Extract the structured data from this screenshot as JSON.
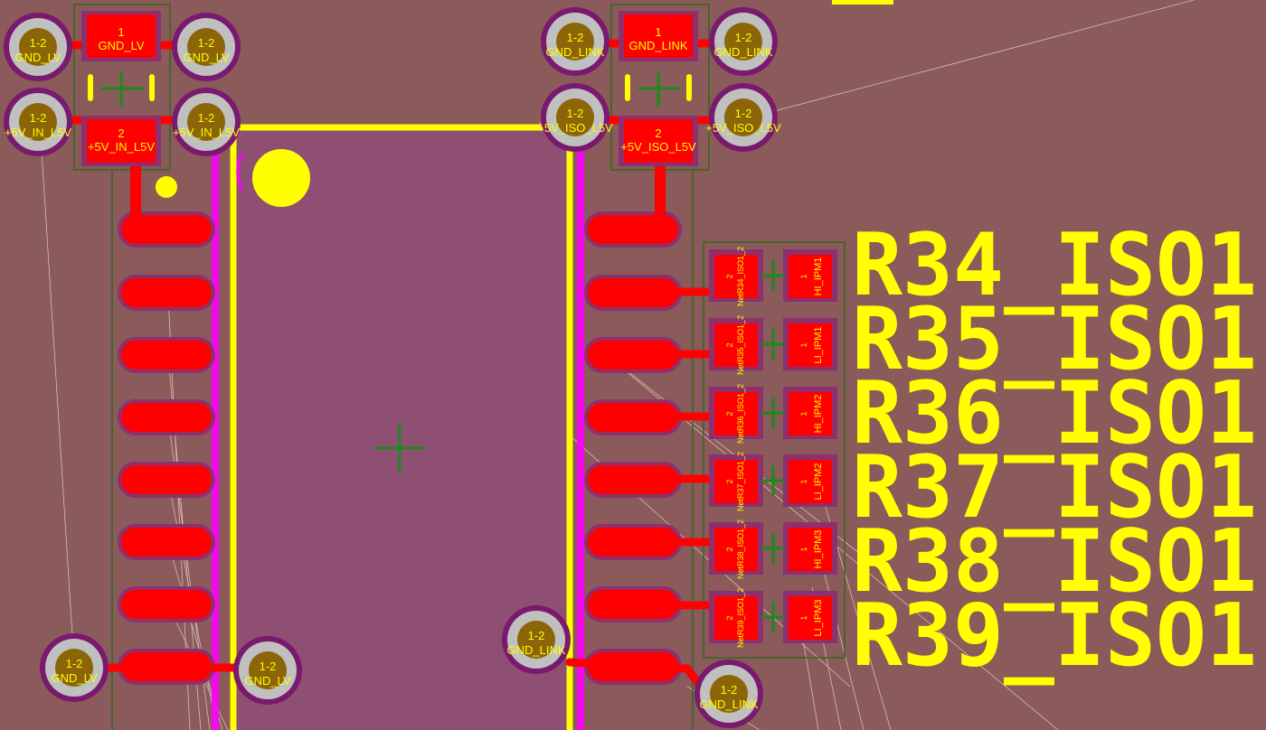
{
  "colors": {
    "board": "#8b5a5a",
    "copper": "#ff0000",
    "silk": "#ffff00",
    "keepout": "#ff00ff",
    "via_ring": "#c0c0c0",
    "via_hole": "#8b6508",
    "outline": "#2e6b1c"
  },
  "labels": {
    "r34": "R34_ISO1",
    "r35": "R35_ISO1",
    "r36": "R36_ISO1",
    "r37": "R37_ISO1",
    "r38": "R38_ISO1",
    "r39": "R39_ISO1"
  },
  "caps": {
    "left": {
      "pad1_num": "1",
      "pad1_net": "GND_LV",
      "pad2_num": "2",
      "pad2_net": "+5V_IN_L5V"
    },
    "right": {
      "pad1_num": "1",
      "pad1_net": "GND_LINK",
      "pad2_num": "2",
      "pad2_net": "+5V_ISO_L5V"
    }
  },
  "vias": {
    "v1": {
      "num": "1-2",
      "net": "GND_LV"
    },
    "v2": {
      "num": "1-2",
      "net": "GND_LV"
    },
    "v3": {
      "num": "1-2",
      "net": "+5V_IN_L5V"
    },
    "v4": {
      "num": "1-2",
      "net": "+5V_IN_L5V"
    },
    "v5": {
      "num": "1-2",
      "net": "GND_LINK"
    },
    "v6": {
      "num": "1-2",
      "net": "GND_LINK"
    },
    "v7": {
      "num": "1-2",
      "net": "+5V_ISO_L5V"
    },
    "v8": {
      "num": "1-2",
      "net": "+5V_ISO_L5V"
    },
    "v9": {
      "num": "1-2",
      "net": "GND_LV"
    },
    "v10": {
      "num": "1-2",
      "net": "GND_LV"
    },
    "v11": {
      "num": "1-2",
      "net": "GND_LINK"
    },
    "v12": {
      "num": "1-2",
      "net": "GND_LINK"
    }
  },
  "resistors": {
    "r1": {
      "pad2_num": "2",
      "pad2_net": "NetR34_ISO1_2",
      "pad1_num": "1",
      "pad1_net": "HI_IPM1"
    },
    "r2": {
      "pad2_num": "2",
      "pad2_net": "NetR35_ISO1_2",
      "pad1_num": "1",
      "pad1_net": "LI_IPM1"
    },
    "r3": {
      "pad2_num": "2",
      "pad2_net": "NetR36_ISO1_2",
      "pad1_num": "1",
      "pad1_net": "HI_IPM2"
    },
    "r4": {
      "pad2_num": "2",
      "pad2_net": "NetR37_ISO1_2",
      "pad1_num": "1",
      "pad1_net": "LI_IPM2"
    },
    "r5": {
      "pad2_num": "2",
      "pad2_net": "NetR38_ISO1_2",
      "pad1_num": "1",
      "pad1_net": "HI_IPM3"
    },
    "r6": {
      "pad2_num": "2",
      "pad2_net": "NetR39_ISO1_2",
      "pad1_num": "1",
      "pad1_net": "LI_IPM3"
    }
  }
}
